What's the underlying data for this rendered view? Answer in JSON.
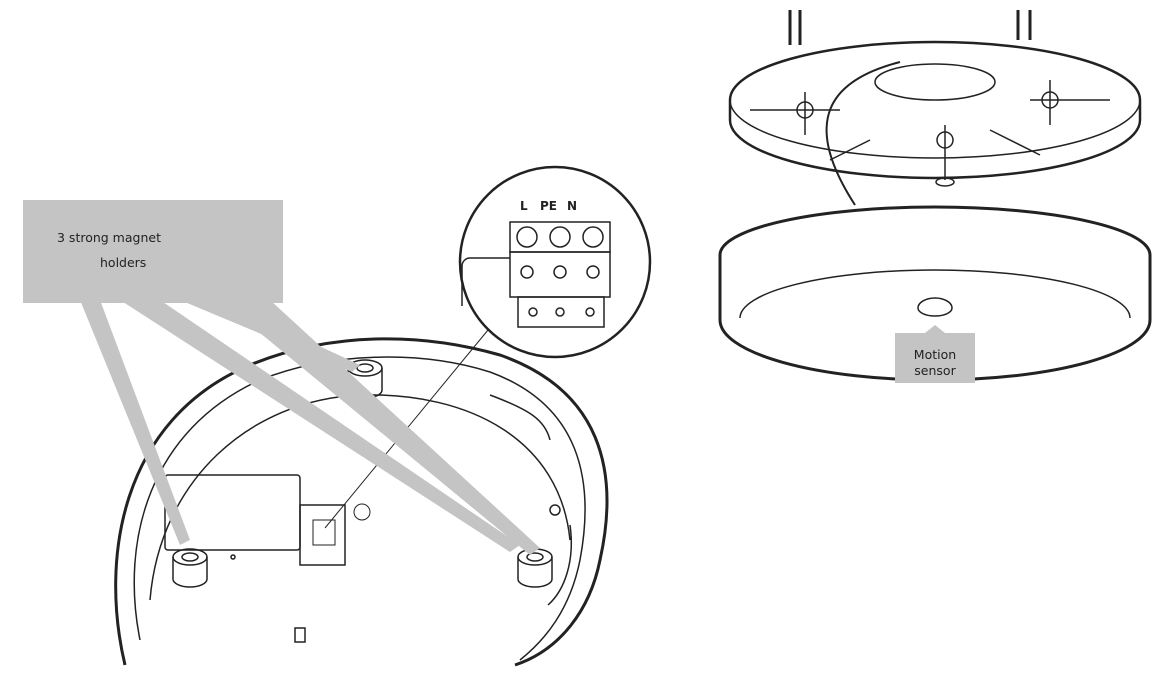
{
  "callouts": {
    "magnets_line1": "3 strong magnet",
    "magnets_line2": "holders",
    "terminal_L": "L",
    "terminal_PE": "PE",
    "terminal_N": "N",
    "motion_line1": "Motion",
    "motion_line2": "sensor"
  },
  "colors": {
    "callout_fill": "#c4c4c4",
    "line": "#222222"
  }
}
